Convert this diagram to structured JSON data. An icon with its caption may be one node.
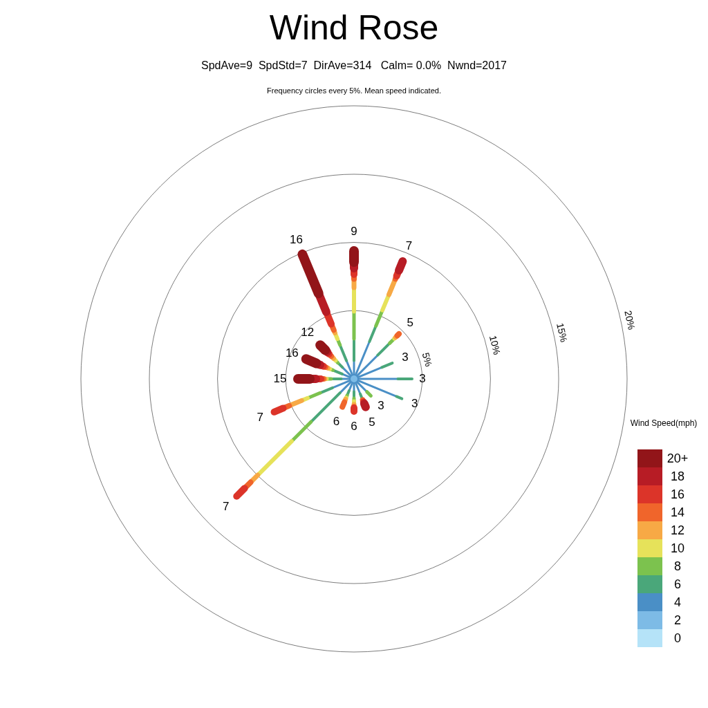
{
  "diagram": {
    "title": "Wind Rose",
    "labels": [
      "SpdAve=9  SpdStd=7  DirAve=314   Calm= 0.0%  Nwnd=2017",
      "Frequency circles every 5%. Mean speed indicated.",
      "9",
      "16",
      "7",
      "20%",
      "15%",
      "5",
      "12",
      "10%",
      "5%",
      "16",
      "3",
      "15",
      "3",
      "3",
      "3",
      "6",
      "7",
      "6",
      "5",
      "Wind Speed(mph)",
      "7"
    ],
    "legend": [
      {
        "text": "20+",
        "color": "#921519"
      },
      {
        "text": "18",
        "color": "#b71c25"
      },
      {
        "text": "16",
        "color": "#dc3429"
      },
      {
        "text": "14",
        "color": "#f0652b"
      },
      {
        "text": "12",
        "color": "#f7a945"
      },
      {
        "text": "10",
        "color": "#e6e25a"
      },
      {
        "text": "8",
        "color": "#7cc24e"
      },
      {
        "text": "6",
        "color": "#4aa77a"
      },
      {
        "text": "4",
        "color": "#4a8fc6"
      },
      {
        "text": "2",
        "color": "#7dbbe6"
      },
      {
        "text": "0",
        "color": "#b5e3f8"
      }
    ]
  }
}
